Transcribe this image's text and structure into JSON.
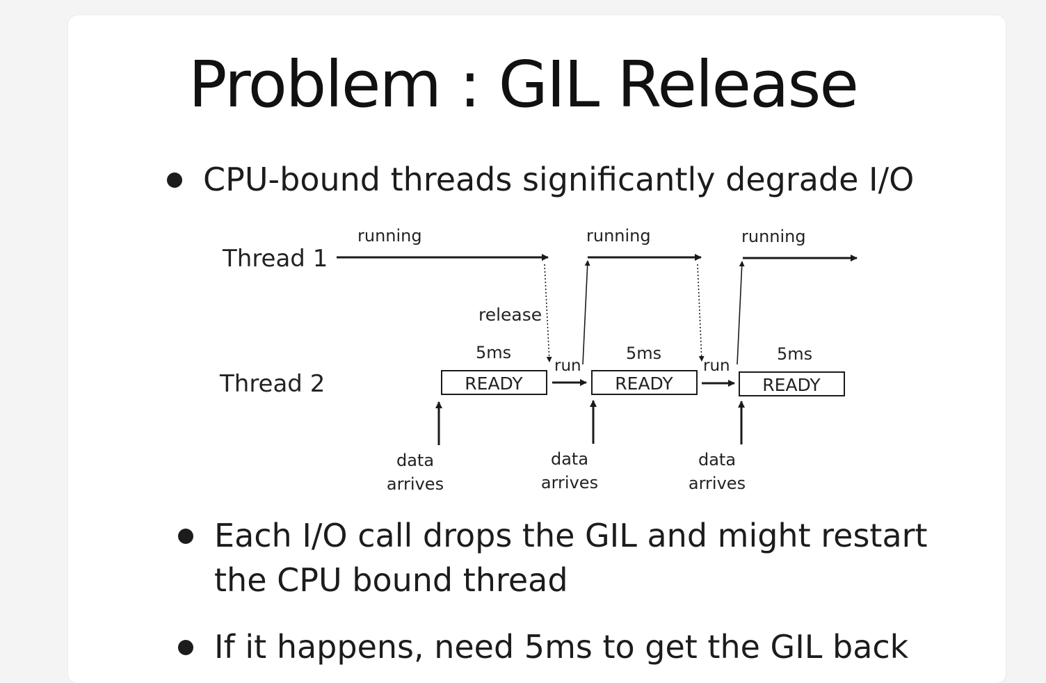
{
  "slide": {
    "title": "Problem : GIL Release",
    "bullets": [
      "CPU-bound threads significantly degrade I/O",
      "Each I/O call drops the GIL and might restart",
      "the CPU bound thread",
      "If it happens, need 5ms to get the GIL back"
    ]
  },
  "diagram": {
    "thread1_label": "Thread 1",
    "thread2_label": "Thread 2",
    "running_label": "running",
    "release_label": "release",
    "run_label": "run",
    "delay_label": "5ms",
    "ready_label": "READY",
    "data_label": "data",
    "arrives_label": "arrives"
  }
}
